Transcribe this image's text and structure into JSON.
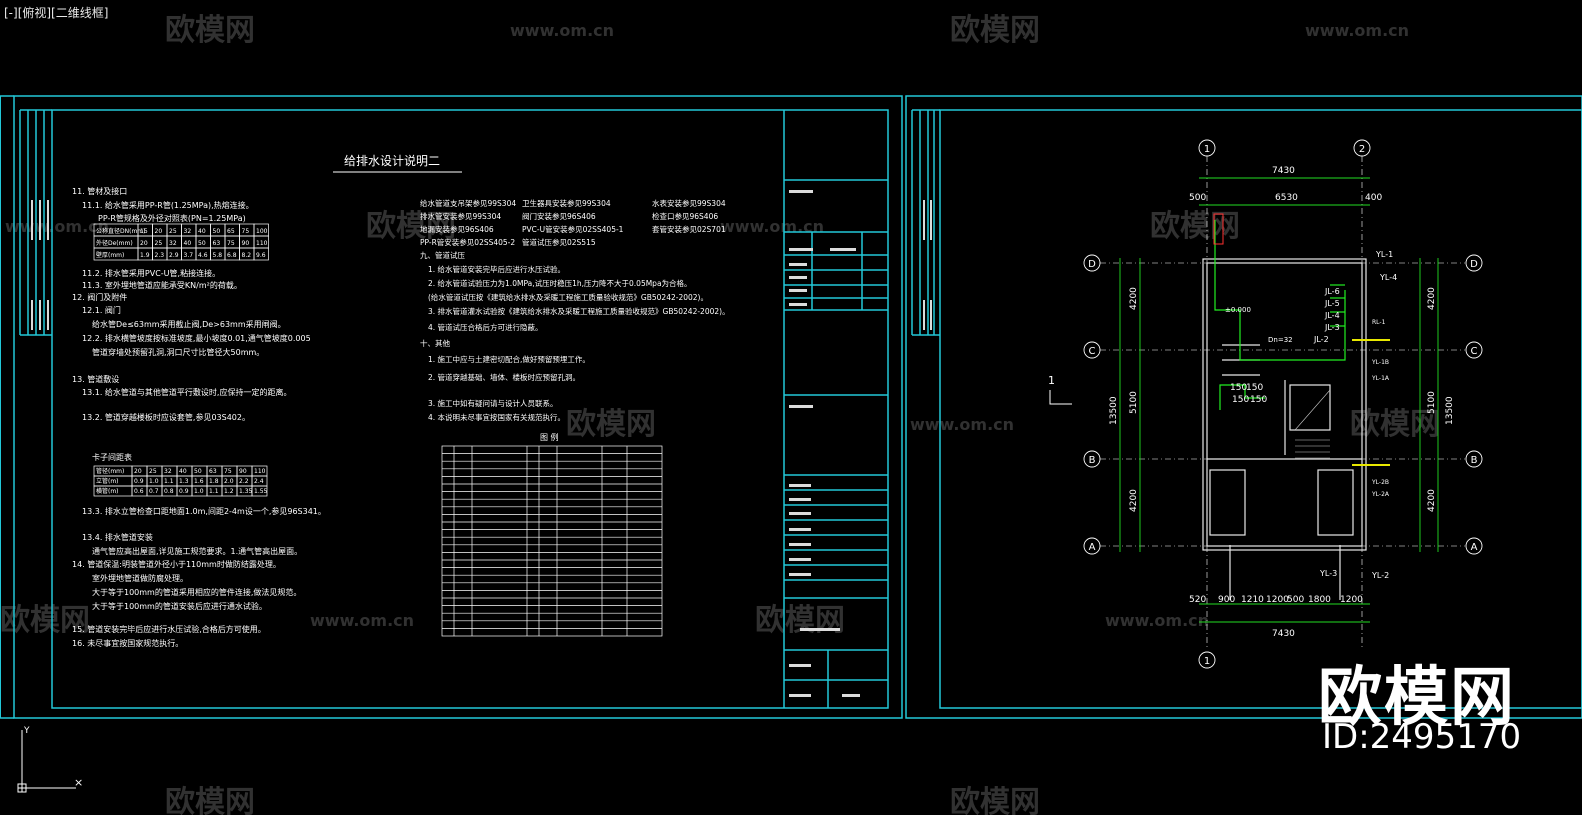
{
  "app": {
    "view_label": "[-][俯视][二维线框]"
  },
  "watermark": {
    "brand": "欧模网",
    "site": "www.om.cn",
    "id_text": "ID:2495170"
  },
  "sheet1": {
    "title": "给排水设计说明二",
    "section_11": "11. 管材及接口",
    "line_11_1": "11.1. 给水管采用PP-R管(1.25MPa),热熔连接。",
    "line_11_1b": "PP-R管规格及外径对照表(PN=1.25MPa)",
    "pipe_table": {
      "rows": [
        [
          "公称直径DN(mm)",
          "15",
          "20",
          "25",
          "32",
          "40",
          "50",
          "65",
          "75",
          "100"
        ],
        [
          "外径De(mm)",
          "20",
          "25",
          "32",
          "40",
          "50",
          "63",
          "75",
          "90",
          "110"
        ],
        [
          "壁厚(mm)",
          "1.9",
          "2.3",
          "2.9",
          "3.7",
          "4.6",
          "5.8",
          "6.8",
          "8.2",
          "9.6"
        ]
      ]
    },
    "line_11_2": "11.2. 排水管采用PVC-U管,粘接连接。",
    "line_11_3": "11.3. 室外埋地管道应能承受KN/m²的荷载。",
    "line_12": "12. 阀门及附件",
    "line_12_1": "12.1. 阀门",
    "line_12_1b": "给水管De≤63mm采用截止阀,De>63mm采用闸阀。",
    "line_12_2": "12.2. 排水横管坡度按标准坡度,最小坡度0.01,通气管坡度0.005",
    "line_12_2b": "管道穿墙处预留孔洞,洞口尺寸比管径大50mm。",
    "line_13": "13. 管道敷设",
    "line_13_1": "13.1. 给水管道与其他管道平行敷设时,应保持一定的距离。",
    "line_13_2": "13.2. 管道穿越楼板时应设套管,参见03S402。",
    "line_13_2b": "卡子间距表",
    "support_table": {
      "rows": [
        [
          "管径(mm)",
          "20",
          "25",
          "32",
          "40",
          "50",
          "63",
          "75",
          "90",
          "110"
        ],
        [
          "立管(m)",
          "0.9",
          "1.0",
          "1.1",
          "1.3",
          "1.6",
          "1.8",
          "2.0",
          "2.2",
          "2.4"
        ],
        [
          "横管(m)",
          "0.6",
          "0.7",
          "0.8",
          "0.9",
          "1.0",
          "1.1",
          "1.2",
          "1.35",
          "1.55"
        ]
      ]
    },
    "line_13_3": "13.3. 排水立管检查口距地面1.0m,间距2-4m设一个,参见96S341。",
    "line_13_4": "13.4. 排水管道安装",
    "line_13_4b": "通气管应高出屋面,详见施工规范要求。1.通气管高出屋面。",
    "line_14": "14. 管道保温:明装管道外径小于110mm时做防结露处理。",
    "line_14b": "室外埋地管道做防腐处理。",
    "line_14c": "大于等于100mm的管道采用相应的管件连接,做法见规范。",
    "line_14d": "大于等于100mm的管道安装后应进行通水试验。",
    "line_15": "15. 管道安装完毕后应进行水压试验,合格后方可使用。",
    "line_16": "16. 未尽事宜按国家规范执行。",
    "ref_col1": [
      "给水管道支吊架参见99S304",
      "排水管安装参见99S304",
      "地漏安装参见96S406",
      "PP-R管安装参见02SS405-2"
    ],
    "ref_col2": [
      "卫生器具安装参见99S304",
      "阀门安装参见96S406",
      "PVC-U管安装参见02SS405-1",
      "管道试压参见02S515"
    ],
    "ref_col3": [
      "水表安装参见99S304",
      "检查口参见96S406",
      "套管安装参见02S701"
    ],
    "test_title": "九、管道试压",
    "test_lines": [
      "1. 给水管道安装完毕后应进行水压试验。",
      "2. 给水管道试验压力为1.0MPa,试压时稳压1h,压力降不大于0.05Mpa为合格。",
      "(给水管道试压按《建筑给水排水及采暖工程施工质量验收规范》GB50242-2002)。",
      "3. 排水管道灌水试验按《建筑给水排水及采暖工程施工质量验收规范》GB50242-2002)。",
      "4. 管道试压合格后方可进行隐蔽。"
    ],
    "other_title": "十、其他",
    "other_lines": [
      "1. 施工中应与土建密切配合,做好预留预埋工作。",
      "2. 管道穿越基础、墙体、楼板时应预留孔洞。",
      "3. 施工中如有疑问请与设计人员联系。",
      "4. 本说明未尽事宜按国家有关规范执行。"
    ],
    "legend_title": "图 例"
  },
  "sheet2": {
    "dims": {
      "top_total": "7430",
      "top_inner": "6530",
      "top_left": "500",
      "top_right": "400",
      "bottom_total": "7430",
      "bottom_segments": [
        "520",
        "900",
        "1210",
        "1200",
        "500",
        "1800",
        "1200"
      ],
      "left_total": "13500",
      "right_total": "13500",
      "side_segments": [
        "4200",
        "5100",
        "4200"
      ],
      "dim_150a": "150",
      "dim_150b": "150",
      "dim_150c": "150",
      "dim_150d": "150"
    },
    "grid_axes": {
      "col1": "1",
      "col2": "2",
      "rowA": "A",
      "rowB": "B",
      "rowC": "C",
      "rowD": "D"
    },
    "riser_labels": [
      "JL-6",
      "JL-5",
      "JL-4",
      "JL-3",
      "JL-2"
    ],
    "yl_labels": {
      "yl1": "YL-1",
      "yl4": "YL-4",
      "yl2": "YL-2",
      "yl3": "YL-3"
    },
    "pl_labels": [
      "RL-1",
      "YL-1B",
      "YL-1A",
      "YL-2B",
      "YL-2A"
    ],
    "level": "±0.000",
    "pipe_note": "Dn=32",
    "section_mark": "1"
  }
}
